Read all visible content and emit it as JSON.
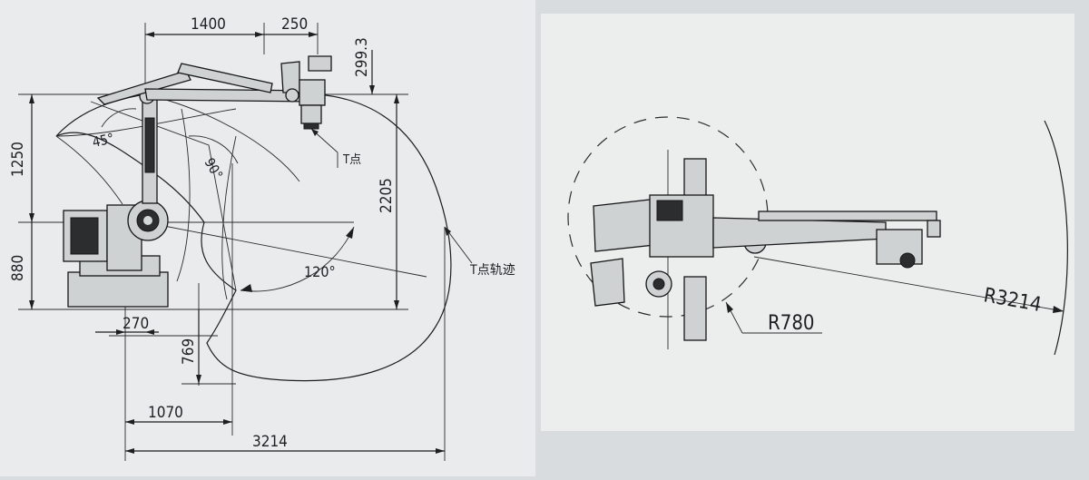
{
  "side_view": {
    "dim_horizontal_arm": "1400",
    "dim_wrist_offset": "250",
    "dim_wrist_drop": "299.3",
    "dim_upper_height": "1250",
    "dim_base_height": "880",
    "dim_total_height": "2205",
    "dim_base_offset": "270",
    "dim_lower_reach_depth": "769",
    "dim_min_reach": "1070",
    "dim_max_reach": "3214",
    "angle_forearm": "45°",
    "angle_upper": "90°",
    "angle_rotation": "120°",
    "label_t_point": "T点",
    "label_t_trajectory": "T点轨迹"
  },
  "top_view": {
    "radius_inner": "R780",
    "radius_outer": "R3214"
  }
}
